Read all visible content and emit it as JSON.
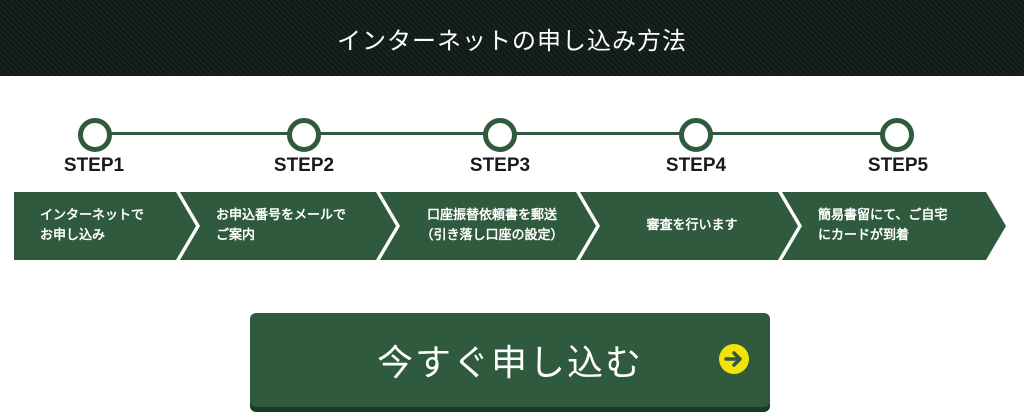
{
  "header": {
    "title": "インターネットの申し込み方法"
  },
  "steps": [
    {
      "label": "STEP1",
      "line1": "インターネットで",
      "line2": "お申し込み"
    },
    {
      "label": "STEP2",
      "line1": "お申込番号をメールで",
      "line2": "ご案内"
    },
    {
      "label": "STEP3",
      "line1": "口座振替依頼書を郵送",
      "line2": "（引き落し口座の設定）"
    },
    {
      "label": "STEP4",
      "line1": "審査を行います",
      "line2": ""
    },
    {
      "label": "STEP5",
      "line1": "簡易書留にて、ご自宅",
      "line2": "にカードが到着"
    }
  ],
  "cta": {
    "label": "今すぐ申し込む",
    "icon": "arrow-right-circle-icon"
  },
  "colors": {
    "header_bg": "#0f1a14",
    "brand_green": "#2f5a3d",
    "icon_yellow": "#f2e30a"
  }
}
